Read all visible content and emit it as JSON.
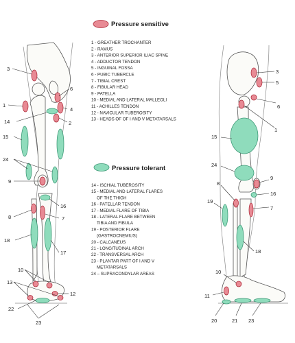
{
  "legend": {
    "sensitive_title": "Pressure sensitive",
    "sensitive_items": [
      "1 - GREATHER TROCHANTER",
      "2 - RAMUS",
      "3 - ANTERIOR SUPERIOR ILIAC SPINE",
      "4 - ADDUCTOR TENDON",
      "5 - INGUINAL FOSSA",
      "6 - PUBIC TUBERCLE",
      "7 - TIBIAL CREST",
      "8 - FIBULAR HEAD",
      "9 - PATELLA",
      "10 - MEDIAL AND LATERAL MALLEOLI",
      "11 - ACHILLES TENDON",
      "12 - NAVICULAR TUBEROSITY",
      "13 - HEADS OF OF I AND V METATARSALS"
    ],
    "tolerant_title": "Pressure tolerant",
    "tolerant_items": [
      "14 - ISCHIAL TUBEROSITY",
      "15 - MEDIAL AND LATERAL FLARES",
      "OF THE THIGH",
      "16 - PATELLAR TENDON",
      "17 - MEDIAL FLARE OF TIBIA",
      "18 - LATERAL FLARE BETWEEN",
      "TIBIA AND FIBULA",
      "19 - POSTERIOR FLARE",
      "(GASTROCNEMIUS)",
      "20 - CALCANEUS",
      "21 - LONGITUDINAL ARCH",
      "22 - TRANSVERSAL ARCH",
      "23 - PLANTAR PART OF I AND V",
      "METATARSALS",
      "24 – SUPRACONDYLAR AREAS"
    ]
  },
  "front_labels": {
    "l3": "3",
    "l1": "1",
    "l14": "14",
    "l15": "15",
    "l24": "24",
    "l9": "9",
    "l8": "8",
    "l18": "18",
    "l10": "10",
    "l13": "13",
    "l22": "22",
    "l23": "23",
    "l6": "6",
    "l4": "4",
    "l2": "2",
    "l16": "16",
    "l7": "7",
    "l17": "17",
    "l12": "12"
  },
  "side_labels": {
    "l3": "3",
    "l5": "5",
    "l6": "6",
    "l1": "1",
    "l15": "15",
    "l24": "24",
    "l9": "9",
    "l16": "16",
    "l8": "8",
    "l7": "7",
    "l19": "19",
    "l18": "18",
    "l10": "10",
    "l11": "11",
    "l20": "20",
    "l21": "21",
    "l23": "23"
  },
  "colors": {
    "sensitive_fill": "#e88a94",
    "sensitive_stroke": "#b0303e",
    "tolerant_fill": "#8fdcbc",
    "tolerant_stroke": "#3f9a78"
  }
}
